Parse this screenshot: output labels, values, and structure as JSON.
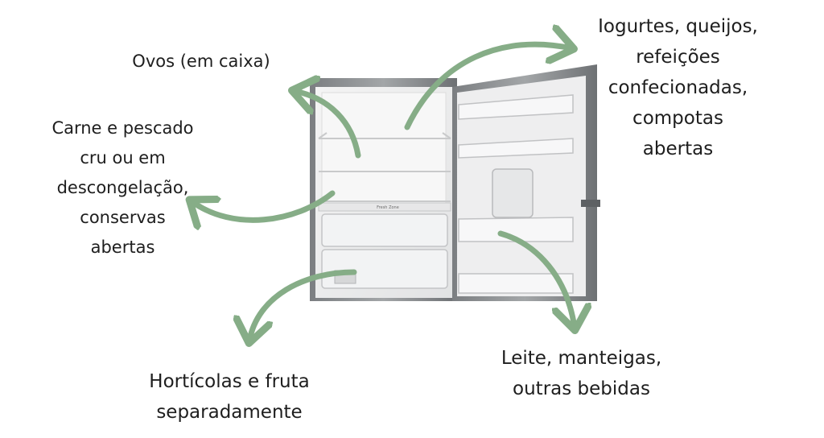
{
  "labels": {
    "ovos": [
      "Ovos (em caixa)"
    ],
    "carne": [
      "Carne e pescado",
      "cru ou em",
      "descongelação,",
      "conservas",
      "abertas"
    ],
    "iogurtes": [
      "Iogurtes, queijos,",
      "refeições",
      "confecionadas,",
      "compotas",
      "abertas"
    ],
    "leite": [
      "Leite, manteigas,",
      "outras bebidas"
    ],
    "horticolas": [
      "Hortícolas e fruta",
      "separadamente"
    ]
  },
  "fridge_label": "Fresh Zone",
  "colors": {
    "arrow": "#86ad87",
    "fridge_body": "#8a8d90",
    "fridge_interior": "#ededed",
    "text": "#1e1e1e"
  }
}
